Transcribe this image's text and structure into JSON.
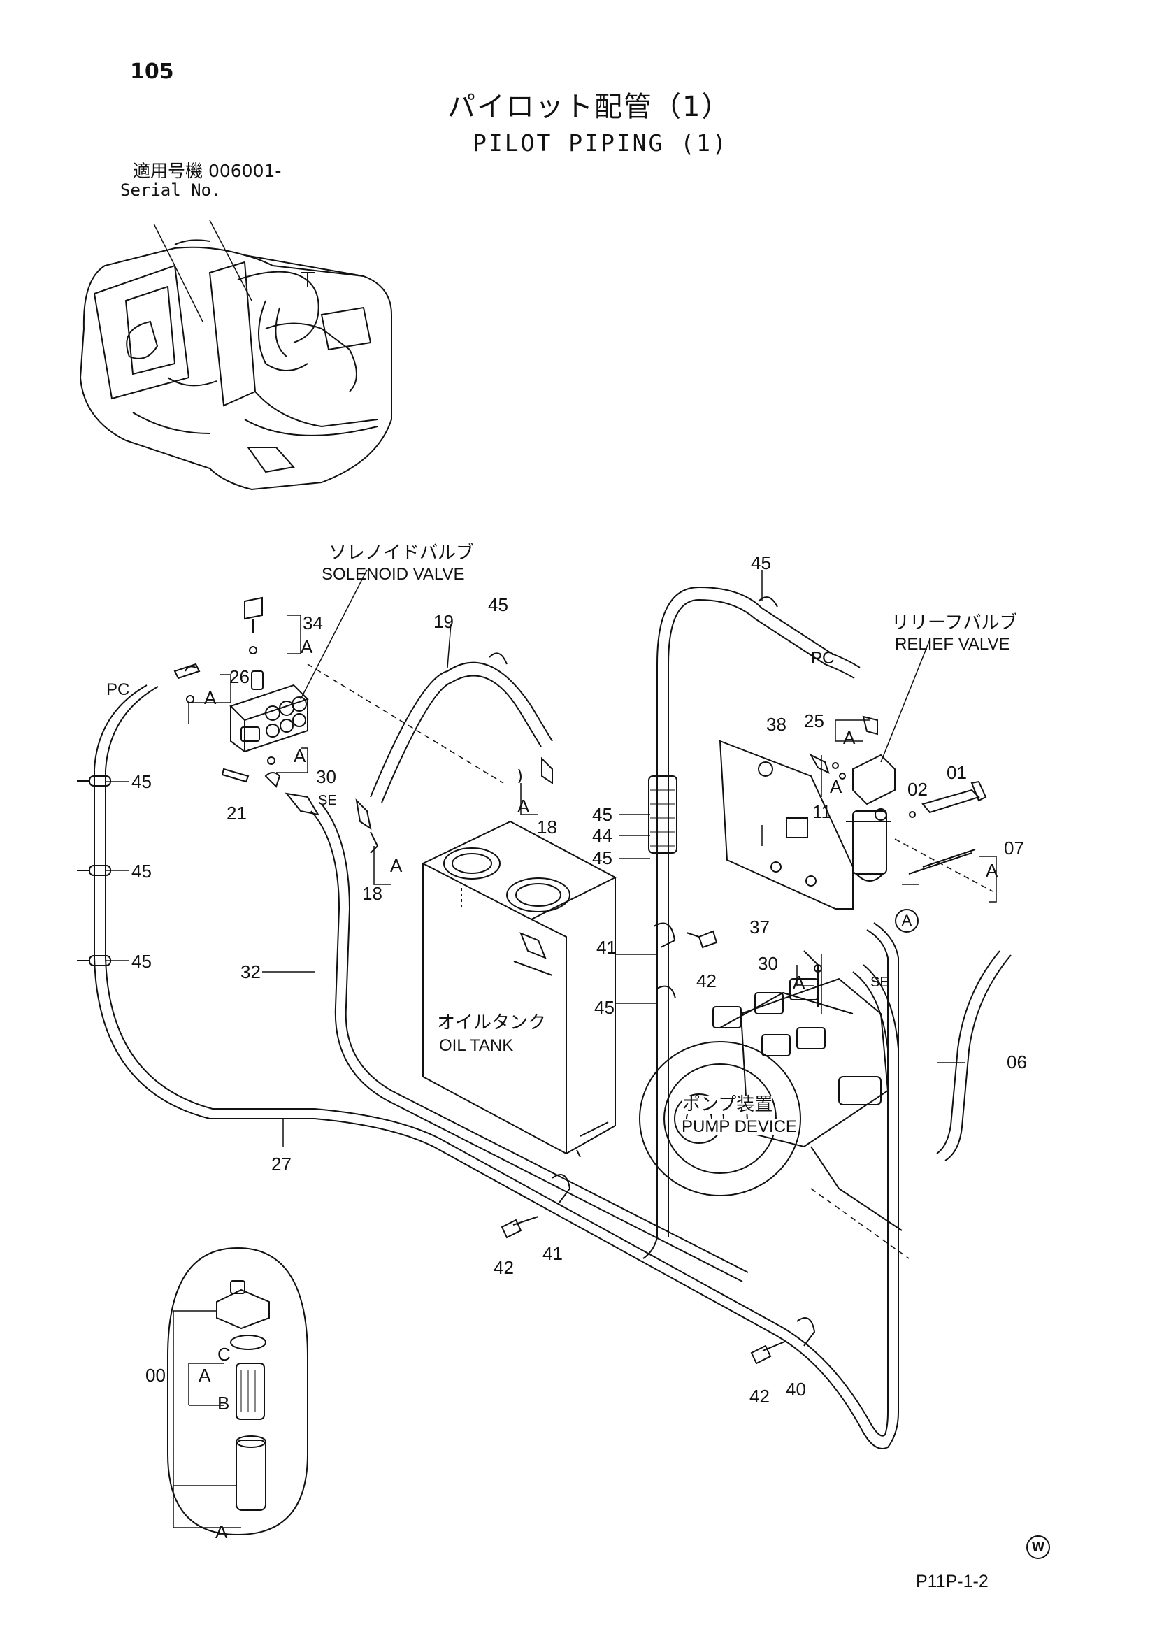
{
  "page_number": "105",
  "title_jp": "パイロット配管（1）",
  "title_en": "PILOT PIPING (1)",
  "serial_jp": "適用号機  006001-",
  "serial_en": "Serial No.",
  "components": {
    "solenoid_valve_jp": "ソレノイドバルブ",
    "solenoid_valve_en": "SOLENOID VALVE",
    "relief_valve_jp": "リリーフバルブ",
    "relief_valve_en": "RELIEF VALVE",
    "oil_tank_jp": "オイルタンク",
    "oil_tank_en": "OIL TANK",
    "pump_device_jp": "ポンプ装置",
    "pump_device_en": "PUMP DEVICE"
  },
  "markers": {
    "pc": "PC",
    "se": "SE",
    "a": "A",
    "b": "B",
    "c": "C"
  },
  "part_numbers": {
    "p00": "00",
    "p01": "01",
    "p02": "02",
    "p06": "06",
    "p07": "07",
    "p11": "11",
    "p18": "18",
    "p19": "19",
    "p21": "21",
    "p25": "25",
    "p26": "26",
    "p27": "27",
    "p30": "30",
    "p32": "32",
    "p34": "34",
    "p37": "37",
    "p38": "38",
    "p40": "40",
    "p41": "41",
    "p42": "42",
    "p44": "44",
    "p45": "45"
  },
  "drawing_code": "P11P-1-2",
  "watermark": "W"
}
